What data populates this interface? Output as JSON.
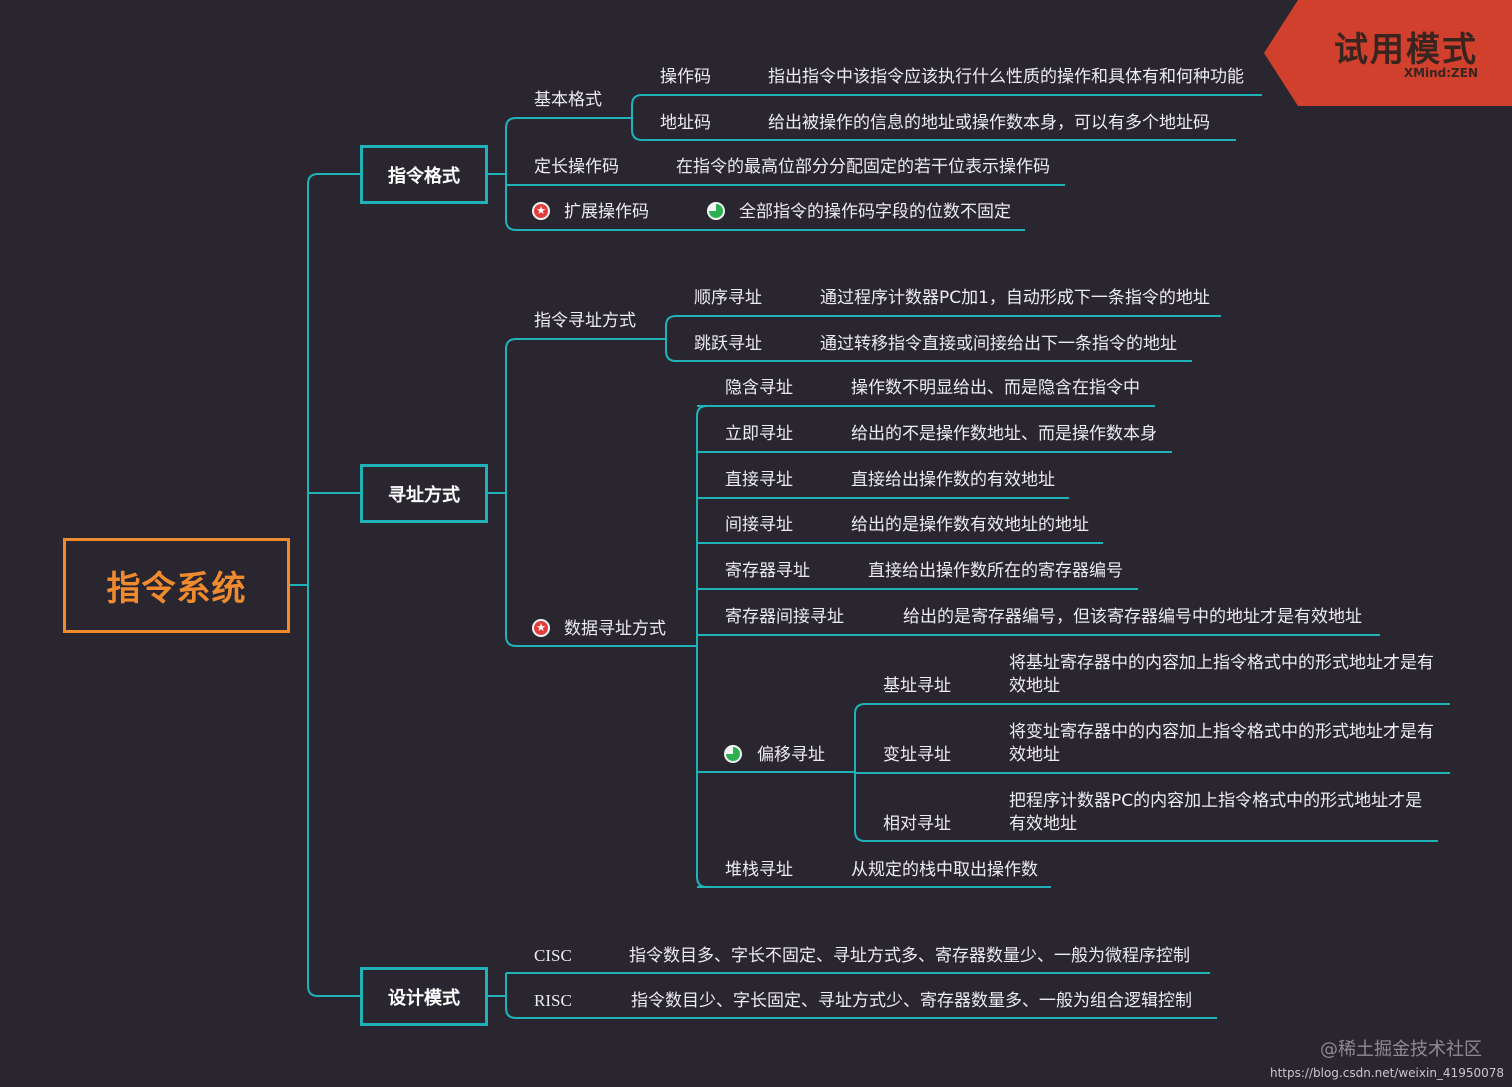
{
  "banner": {
    "title": "试用模式",
    "subtitle": "XMind:ZEN"
  },
  "root": "指令系统",
  "branches": {
    "format": {
      "label": "指令格式",
      "basic": {
        "label": "基本格式",
        "opcode": {
          "label": "操作码",
          "desc": "指出指令中该指令应该执行什么性质的操作和具体有和何种功能"
        },
        "address": {
          "label": "地址码",
          "desc": "给出被操作的信息的地址或操作数本身，可以有多个地址码"
        }
      },
      "fixed": {
        "label": "定长操作码",
        "desc": "在指令的最高位部分分配固定的若干位表示操作码"
      },
      "extended": {
        "label": "扩展操作码",
        "desc": "全部指令的操作码字段的位数不固定"
      }
    },
    "addressing": {
      "label": "寻址方式",
      "instr": {
        "label": "指令寻址方式",
        "seq": {
          "label": "顺序寻址",
          "desc": "通过程序计数器PC加1，自动形成下一条指令的地址"
        },
        "jump": {
          "label": "跳跃寻址",
          "desc": "通过转移指令直接或间接给出下一条指令的地址"
        }
      },
      "data": {
        "label": "数据寻址方式",
        "implied": {
          "label": "隐含寻址",
          "desc": "操作数不明显给出、而是隐含在指令中"
        },
        "immediate": {
          "label": "立即寻址",
          "desc": "给出的不是操作数地址、而是操作数本身"
        },
        "direct": {
          "label": "直接寻址",
          "desc": "直接给出操作数的有效地址"
        },
        "indirect": {
          "label": "间接寻址",
          "desc": "给出的是操作数有效地址的地址"
        },
        "register": {
          "label": "寄存器寻址",
          "desc": "直接给出操作数所在的寄存器编号"
        },
        "reg_indirect": {
          "label": "寄存器间接寻址",
          "desc": "给出的是寄存器编号，但该寄存器编号中的地址才是有效地址"
        },
        "offset": {
          "label": "偏移寻址",
          "base": {
            "label": "基址寻址",
            "desc": "将基址寄存器中的内容加上指令格式中的形式地址才是有效地址"
          },
          "index": {
            "label": "变址寻址",
            "desc": "将变址寄存器中的内容加上指令格式中的形式地址才是有效地址"
          },
          "relative": {
            "label": "相对寻址",
            "desc": "把程序计数器PC的内容加上指令格式中的形式地址才是有效地址"
          }
        },
        "stack": {
          "label": "堆栈寻址",
          "desc": "从规定的栈中取出操作数"
        }
      }
    },
    "design": {
      "label": "设计模式",
      "cisc": {
        "label": "CISC",
        "desc": "指令数目多、字长不固定、寻址方式多、寄存器数量少、一般为微程序控制"
      },
      "risc": {
        "label": "RISC",
        "desc": "指令数目少、字长固定、寻址方式少、寄存器数量多、一般为组合逻辑控制"
      }
    }
  },
  "watermark": {
    "site": "@稀土掘金技术社区",
    "url": "https://blog.csdn.net/weixin_41950078"
  },
  "colors": {
    "background": "#2a2630",
    "line": "#1fb2b8",
    "root": "#ef8a2e",
    "banner": "#d0402c",
    "text": "#ecebee"
  },
  "icons": {
    "priority": "star-priority-icon",
    "progress": "progress-icon"
  }
}
